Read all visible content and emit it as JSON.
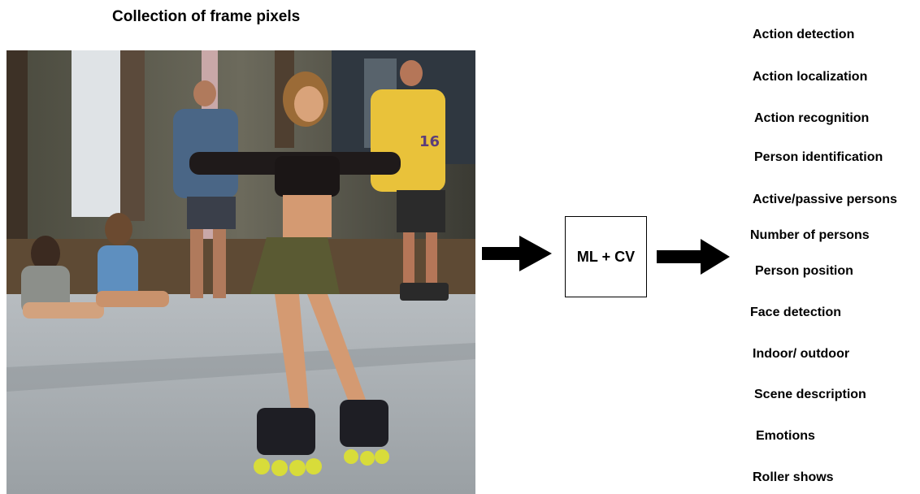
{
  "title": "Collection of frame pixels",
  "photo": {
    "alt": "Photo of a girl roller skating outdoors while spectators watch",
    "jersey_text": "16"
  },
  "process_box": {
    "label": "ML + CV"
  },
  "outputs": [
    "Action detection",
    "Action localization",
    "Action recognition",
    "Person identification",
    "Active/passive persons",
    "Number of persons",
    "Person position",
    "Face detection",
    "Indoor/ outdoor",
    "Scene description",
    "Emotions",
    "Roller shows"
  ]
}
